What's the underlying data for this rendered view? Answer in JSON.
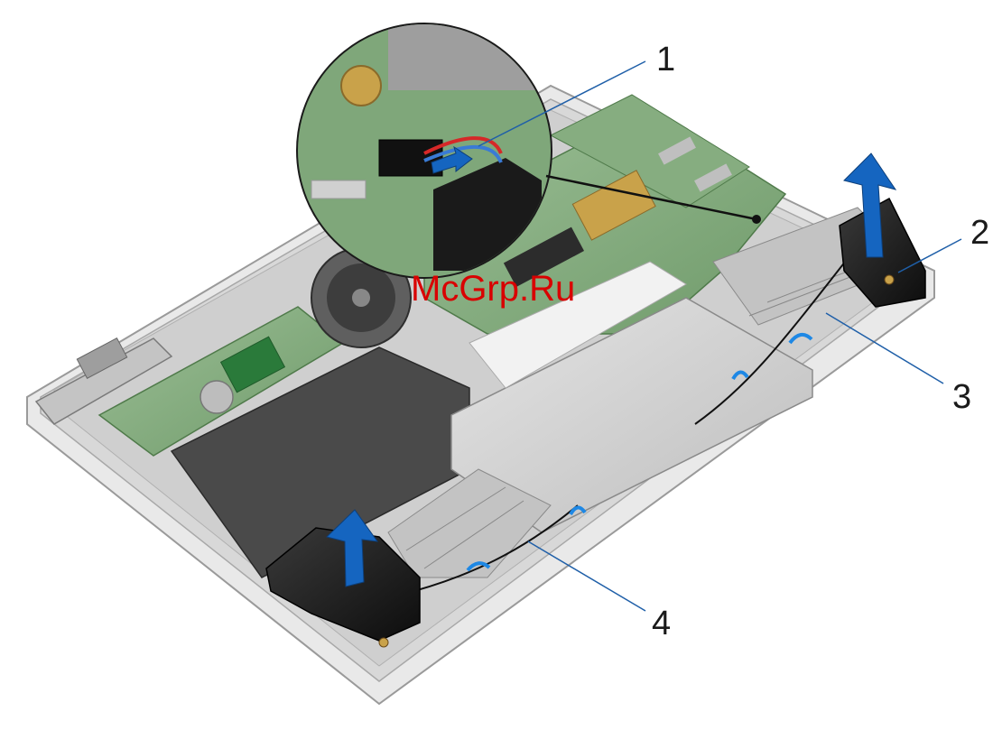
{
  "watermark": "McGrp.Ru",
  "callouts": {
    "c1": "1",
    "c2": "2",
    "c3": "3",
    "c4": "4"
  },
  "colors": {
    "arrow_blue": "#1565c0",
    "board_green": "#7fa77a",
    "chassis_gray": "#d6d6d6",
    "speaker_black": "#1a1a1a",
    "leader_blue": "#1f5fa8"
  }
}
